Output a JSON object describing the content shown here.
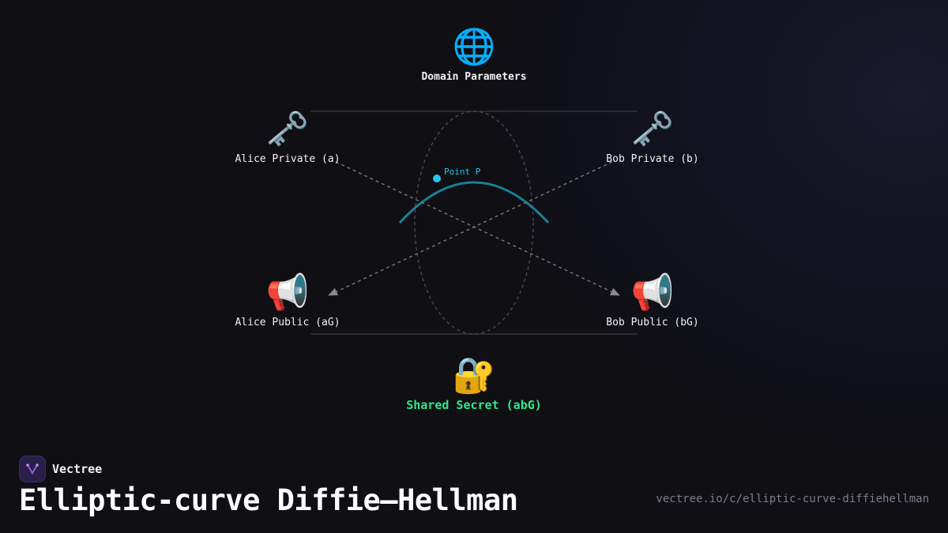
{
  "diagram": {
    "nodes": {
      "domain": {
        "icon": "globe-icon",
        "glyph": "🌐",
        "label": "Domain Parameters"
      },
      "alice_private": {
        "icon": "key-icon",
        "glyph": "🗝️",
        "label": "Alice Private (a)"
      },
      "bob_private": {
        "icon": "key-icon",
        "glyph": "🗝️",
        "label": "Bob Private (b)"
      },
      "alice_public": {
        "icon": "megaphone-icon",
        "glyph": "📢",
        "label": "Alice Public (aG)"
      },
      "bob_public": {
        "icon": "megaphone-icon",
        "glyph": "📢",
        "label": "Bob Public (bG)"
      },
      "shared_secret": {
        "icon": "locked-with-key-icon",
        "glyph": "🔐",
        "label": "Shared Secret (abG)"
      }
    },
    "curve_point_label": "Point P",
    "colors": {
      "curve": "#1a7f96",
      "point": "#22c8ee",
      "secret": "#2ee88a",
      "edges": "#7a7a7a"
    }
  },
  "brand": {
    "name": "Vectree"
  },
  "title": "Elliptic-curve Diffie–Hellman",
  "url": "vectree.io/c/elliptic-curve-diffiehellman"
}
